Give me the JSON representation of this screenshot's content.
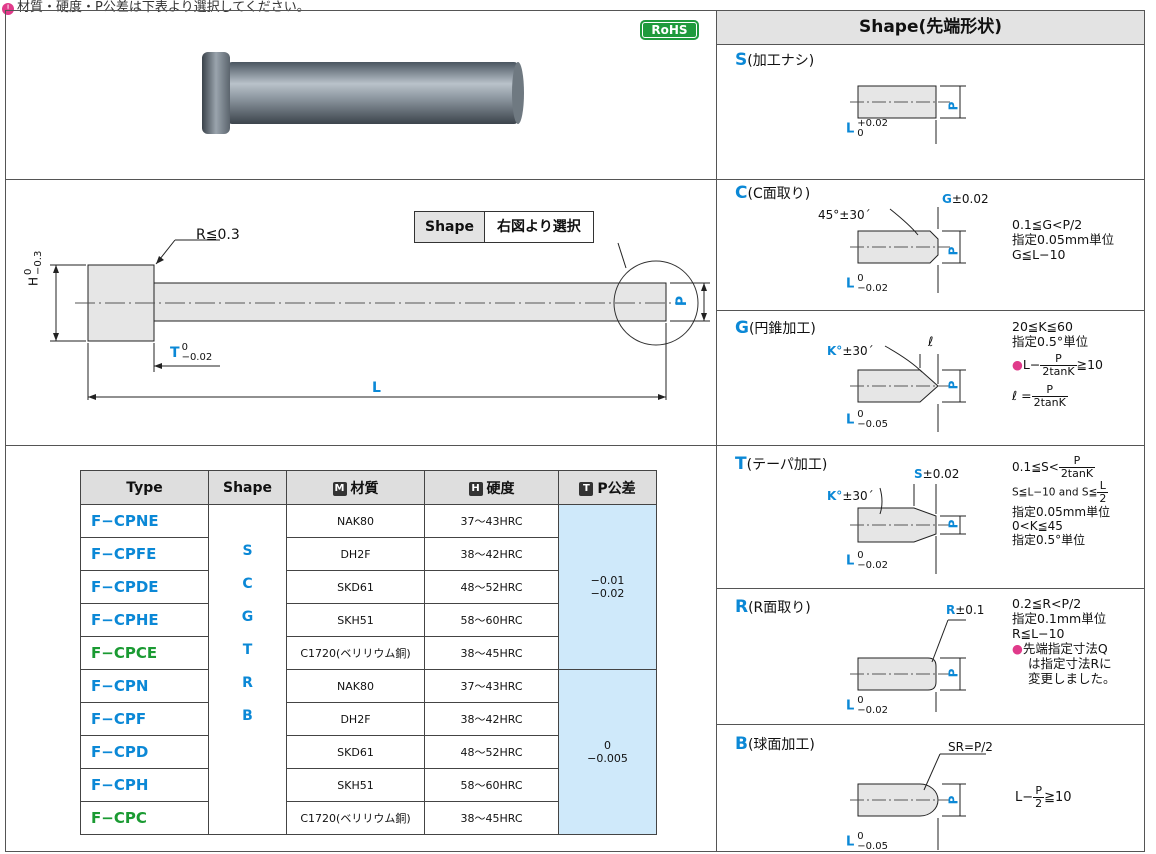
{
  "top_note": "材質・硬度・P公差は下表より選択してください。",
  "header": {
    "shape_title": "Shape(先端形状)"
  },
  "badge": {
    "rohs": "RoHS"
  },
  "drawing": {
    "r_label": "R≦0.3",
    "h_label": "H",
    "h_tol": [
      "0",
      "−0.3"
    ],
    "t_label": "T",
    "t_tol": [
      "0",
      "−0.02"
    ],
    "l_label": "L",
    "p_label": "P",
    "shape_box_label": "Shape",
    "shape_box_value": "右図より選択"
  },
  "shapes": {
    "S": {
      "letter": "S",
      "name": "(加工ナシ)",
      "l_tol": [
        "+0.02",
        "0"
      ],
      "p": "P",
      "l": "L"
    },
    "C": {
      "letter": "C",
      "name": "(C面取り)",
      "angle": "45°±30´",
      "g": "G",
      "g_tol": "±0.02",
      "l_tol": [
        "0",
        "−0.02"
      ],
      "cond": [
        "0.1≦G<P/2",
        "指定0.05mm単位",
        "G≦L−10"
      ]
    },
    "G": {
      "letter": "G",
      "name": "(円錐加工)",
      "k": "K°",
      "k_tol": "±30´",
      "ell": "ℓ",
      "l_tol": [
        "0",
        "−0.05"
      ],
      "cond1": "20≦K≦60",
      "cond2": "指定0.5°単位",
      "cond3_pre": "L−",
      "cond3_num": "P",
      "cond3_den": "2tanK",
      "cond3_post": "≧10",
      "cond4_pre": "ℓ =",
      "cond4_num": "P",
      "cond4_den": "2tanK"
    },
    "T": {
      "letter": "T",
      "name": "(テーパ加工)",
      "s": "S",
      "s_tol": "±0.02",
      "k": "K°",
      "k_tol": "±30´",
      "l_tol": [
        "0",
        "−0.02"
      ],
      "cond1_pre": "0.1≦S<",
      "cond1_num": "P",
      "cond1_den": "2tanK",
      "cond2_pre": "S≦L−10 and S≦",
      "cond2_num": "L",
      "cond2_den": "2",
      "cond3": "指定0.05mm単位",
      "cond4": "0<K≦45",
      "cond5": "指定0.5°単位"
    },
    "R": {
      "letter": "R",
      "name": "(R面取り)",
      "r": "R",
      "r_tol": "±0.1",
      "l_tol": [
        "0",
        "−0.02"
      ],
      "cond": [
        "0.2≦R<P/2",
        "指定0.1mm単位",
        "R≦L−10"
      ],
      "note": [
        "先端指定寸法Q",
        "は指定寸法Rに",
        "変更しました。"
      ]
    },
    "B": {
      "letter": "B",
      "name": "(球面加工)",
      "sr": "SR=P/2",
      "l_tol": [
        "0",
        "−0.05"
      ],
      "cond_pre": "L−",
      "cond_num": "P",
      "cond_den": "2",
      "cond_post": "≧10"
    }
  },
  "table": {
    "headers": [
      "Type",
      "Shape",
      "材質",
      "硬度",
      "P公差"
    ],
    "header_icons": [
      "M",
      "H",
      "T"
    ],
    "shapes_col": [
      "S",
      "C",
      "G",
      "T",
      "R",
      "B"
    ],
    "tol_groups": [
      [
        "−0.01",
        "−0.02"
      ],
      [
        "0",
        "−0.005"
      ]
    ],
    "rows": [
      {
        "type": "F−CPNE",
        "color": "blue",
        "material": "NAK80",
        "hardness": "37〜43HRC"
      },
      {
        "type": "F−CPFE",
        "color": "blue",
        "material": "DH2F",
        "hardness": "38〜42HRC"
      },
      {
        "type": "F−CPDE",
        "color": "blue",
        "material": "SKD61",
        "hardness": "48〜52HRC"
      },
      {
        "type": "F−CPHE",
        "color": "blue",
        "material": "SKH51",
        "hardness": "58〜60HRC"
      },
      {
        "type": "F−CPCE",
        "color": "green",
        "material": "C1720(ベリリウム銅)",
        "hardness": "38〜45HRC"
      },
      {
        "type": "F−CPN",
        "color": "blue",
        "material": "NAK80",
        "hardness": "37〜43HRC"
      },
      {
        "type": "F−CPF",
        "color": "blue",
        "material": "DH2F",
        "hardness": "38〜42HRC"
      },
      {
        "type": "F−CPD",
        "color": "blue",
        "material": "SKD61",
        "hardness": "48〜52HRC"
      },
      {
        "type": "F−CPH",
        "color": "blue",
        "material": "SKH51",
        "hardness": "58〜60HRC"
      },
      {
        "type": "F−CPC",
        "color": "green",
        "material": "C1720(ベリリウム銅)",
        "hardness": "38〜45HRC"
      }
    ]
  },
  "colors": {
    "accent_blue": "#0b88d6",
    "accent_green": "#1a9a32",
    "rohs_green": "#1f9a3c",
    "tol_bg": "#cfe9fa"
  }
}
